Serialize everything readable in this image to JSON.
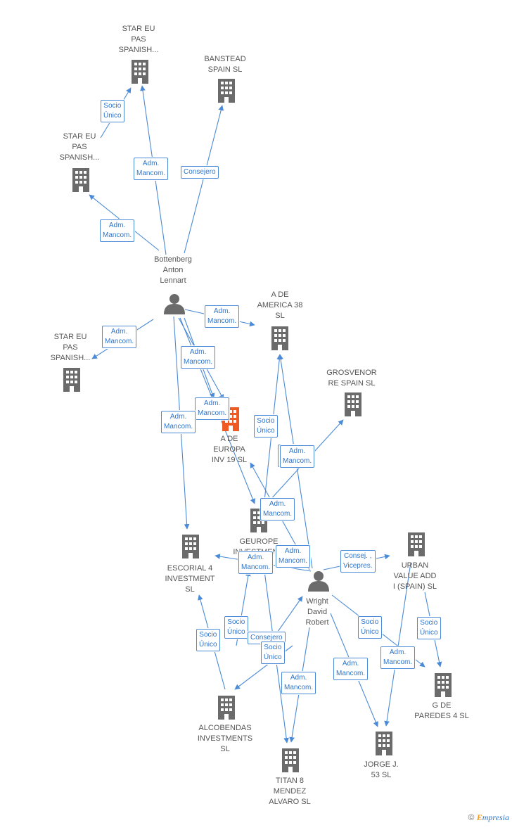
{
  "colors": {
    "edge": "#4a8ad6",
    "building": "#6b6b6b",
    "building_main": "#ef5a24",
    "person": "#6b6b6b"
  },
  "nodes": [
    {
      "id": "star1",
      "label": "STAR EU\nPAS\nSPANISH...",
      "icon": "building-icon"
    },
    {
      "id": "banstead",
      "label": "BANSTEAD\nSPAIN  SL",
      "icon": "building-icon"
    },
    {
      "id": "star2",
      "label": "STAR EU\nPAS\nSPANISH...",
      "icon": "building-icon"
    },
    {
      "id": "bottenberg",
      "label": "Bottenberg\nAnton\nLennart",
      "icon": "person-icon"
    },
    {
      "id": "star3",
      "label": "STAR EU\nPAS\nSPANISH...",
      "icon": "building-icon"
    },
    {
      "id": "adeamerica",
      "label": "A DE\nAMERICA 38\nSL",
      "icon": "building-icon"
    },
    {
      "id": "grosvenor",
      "label": "GROSVENOR\nRE SPAIN  SL",
      "icon": "building-icon"
    },
    {
      "id": "adeeuropa",
      "label": "A DE\nEUROPA\nINV 19  SL",
      "icon": "building-icon"
    },
    {
      "id": "geurope",
      "label": "GEUROPE\nINVESTMEN...",
      "icon": "building-icon"
    },
    {
      "id": "escorial",
      "label": "ESCORIAL 4\nINVESTMENT\nSL",
      "icon": "building-icon"
    },
    {
      "id": "urban",
      "label": "URBAN\nVALUE ADD\nI (SPAIN)  SL",
      "icon": "building-icon"
    },
    {
      "id": "wright",
      "label": "Wright\nDavid\nRobert",
      "icon": "person-icon"
    },
    {
      "id": "gdeparedes",
      "label": "G DE\nPAREDES 4  SL",
      "icon": "building-icon"
    },
    {
      "id": "alcobendas",
      "label": "ALCOBENDAS\nINVESTMENTS\nSL",
      "icon": "building-icon"
    },
    {
      "id": "titan",
      "label": "TITAN 8\nMENDEZ\nALVARO  SL",
      "icon": "building-icon"
    },
    {
      "id": "jorge",
      "label": "JORGE J.\n53  SL",
      "icon": "building-icon"
    }
  ],
  "edges": [
    {
      "label": "Socio\nÚnico"
    },
    {
      "label": "Adm.\nMancom."
    },
    {
      "label": "Consejero"
    },
    {
      "label": "Adm.\nMancom."
    },
    {
      "label": "Adm.\nMancom."
    },
    {
      "label": "Adm.\nMancom."
    },
    {
      "label": "Adm.\nMancom."
    },
    {
      "label": "Adm.\nMancom."
    },
    {
      "label": "Adm.\nMancom."
    },
    {
      "label": "Socio\nÚnico"
    },
    {
      "label": "Adm.\nMancom."
    },
    {
      "label": "Adm.\nMancom."
    },
    {
      "label": "Adm.\nMancom."
    },
    {
      "label": "Adm.\nMancom."
    },
    {
      "label": "Adm.\nMancom."
    },
    {
      "label": "Consej. ,\nVicepres."
    },
    {
      "label": "Socio\nÚnico"
    },
    {
      "label": "Socio\nÚnico"
    },
    {
      "label": "Consejero"
    },
    {
      "label": "Socio\nÚnico"
    },
    {
      "label": "Adm.\nMancom."
    },
    {
      "label": "Adm.\nMancom."
    },
    {
      "label": "Socio\nÚnico"
    },
    {
      "label": "Adm.\nMancom."
    },
    {
      "label": "Socio\nÚnico"
    }
  ],
  "footer": {
    "copyright": "©",
    "brand_e": "E",
    "brand_rest": "mpresia"
  }
}
